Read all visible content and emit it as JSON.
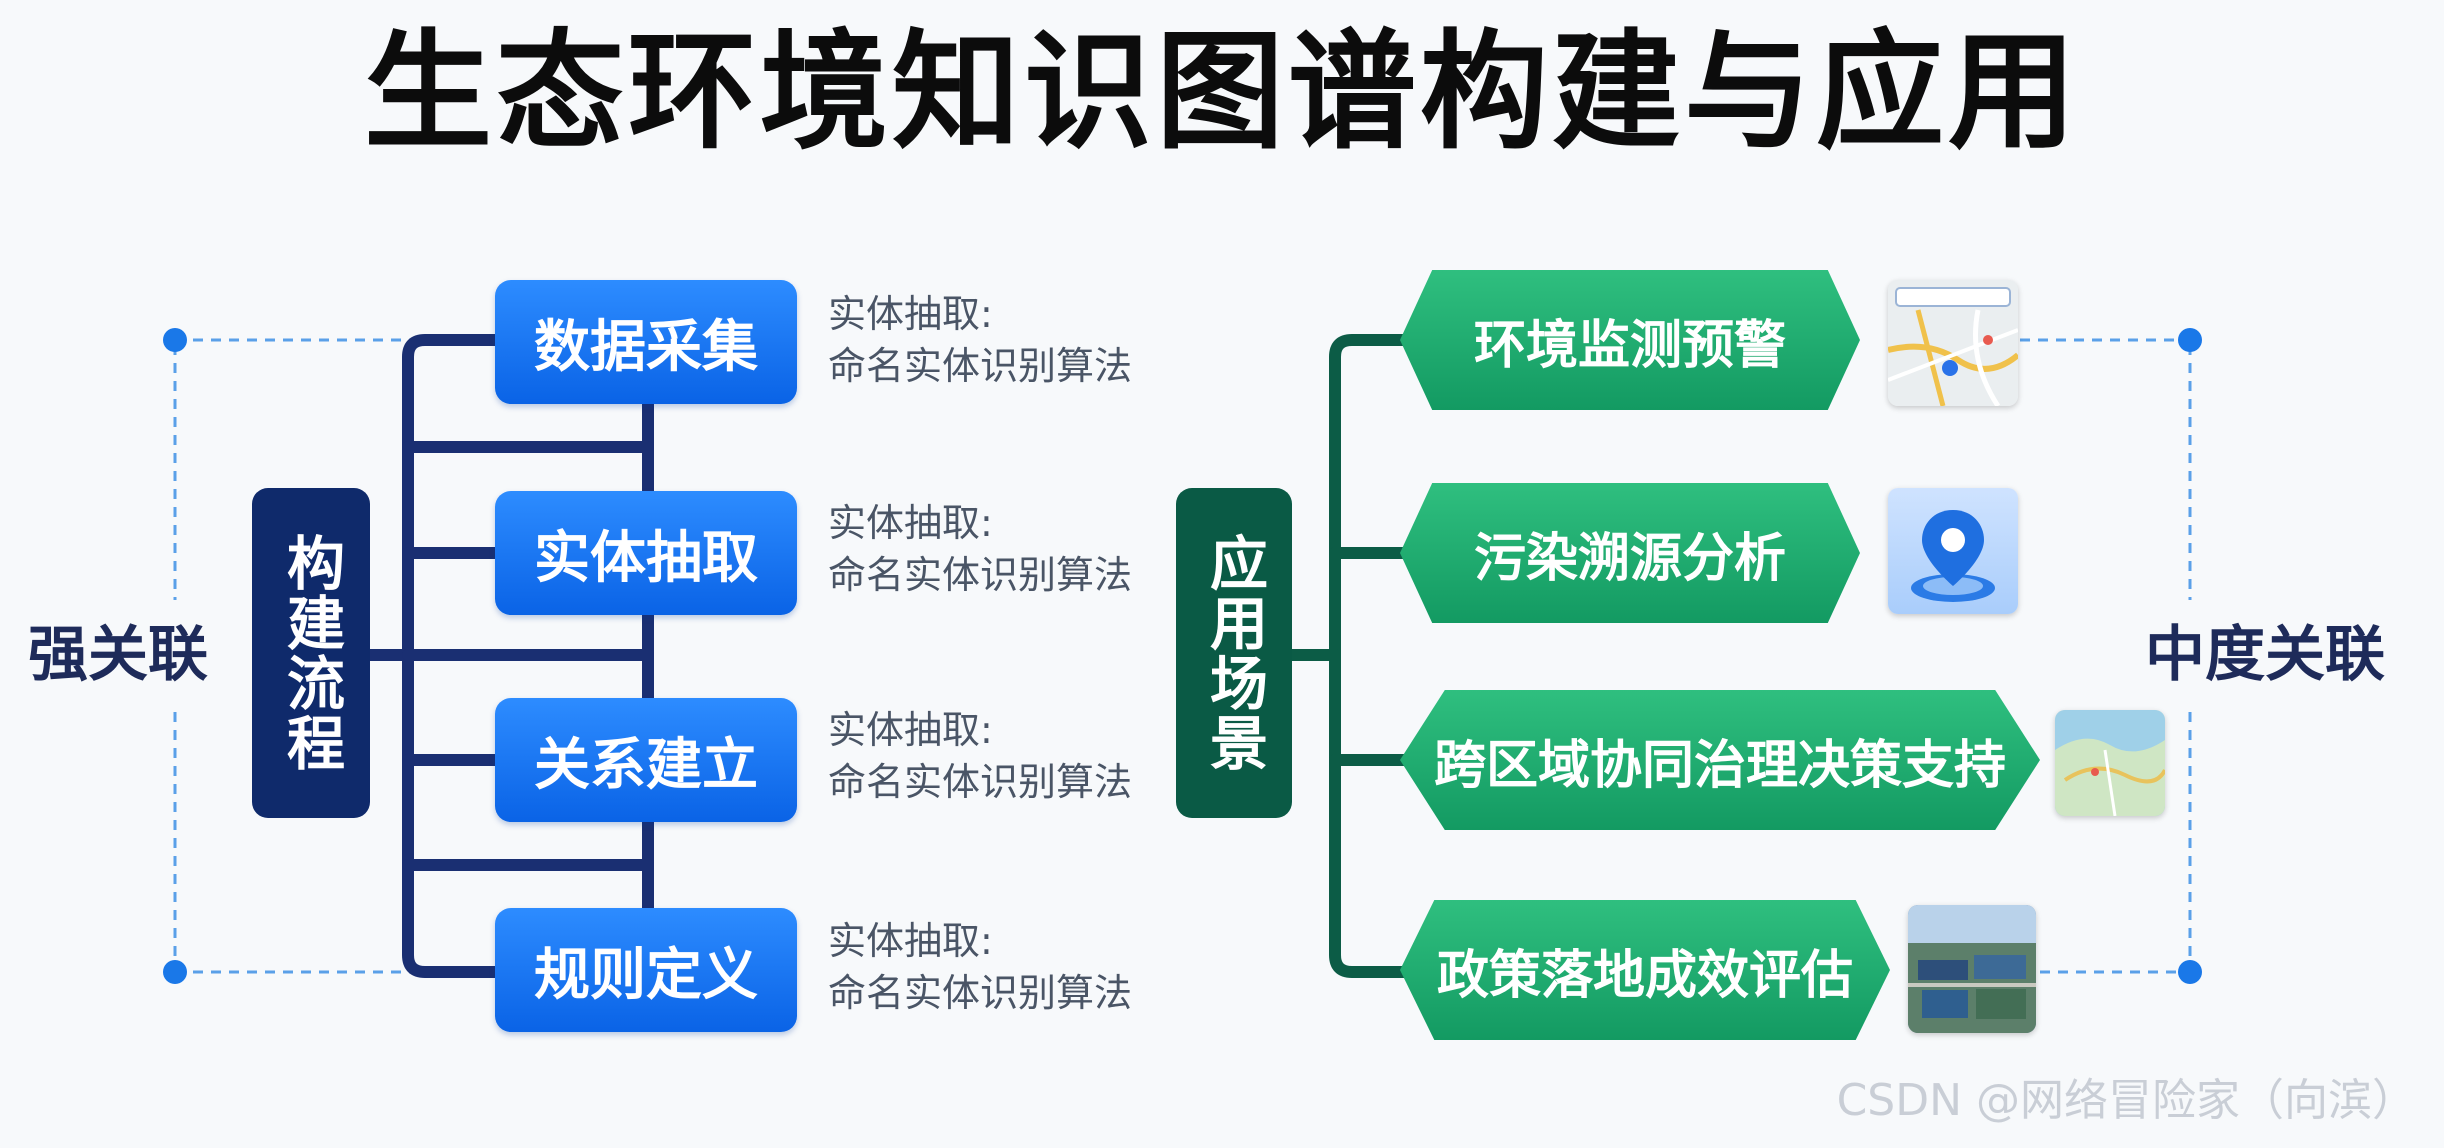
{
  "title": "生态环境知识图谱构建与应用",
  "left_side_label": "强关联",
  "right_side_label": "中度关联",
  "construction": {
    "label": "构建流程",
    "steps": [
      {
        "label": "数据采集",
        "desc_line1": "实体抽取:",
        "desc_line2": "命名实体识别算法"
      },
      {
        "label": "实体抽取",
        "desc_line1": "实体抽取:",
        "desc_line2": "命名实体识别算法"
      },
      {
        "label": "关系建立",
        "desc_line1": "实体抽取:",
        "desc_line2": "命名实体识别算法"
      },
      {
        "label": "规则定义",
        "desc_line1": "实体抽取:",
        "desc_line2": "命名实体识别算法"
      }
    ]
  },
  "application": {
    "label": "应用场景",
    "items": [
      {
        "label": "环境监测预警",
        "thumb_icon": "map-thumbnail-icon"
      },
      {
        "label": "污染溯源分析",
        "thumb_icon": "location-pin-icon"
      },
      {
        "label": "跨区域协同治理决策支持",
        "thumb_icon": "satellite-map-icon"
      },
      {
        "label": "政策落地成效评估",
        "thumb_icon": "aerial-photo-icon"
      }
    ]
  },
  "colors": {
    "blue_step": "#0a63e6",
    "navy_box": "#0f2a6b",
    "green_item": "#139a62",
    "dark_green_box": "#0a5a45",
    "dashed_connector": "#5aa0e8"
  },
  "watermark": "CSDN @网络冒险家（向滨）"
}
